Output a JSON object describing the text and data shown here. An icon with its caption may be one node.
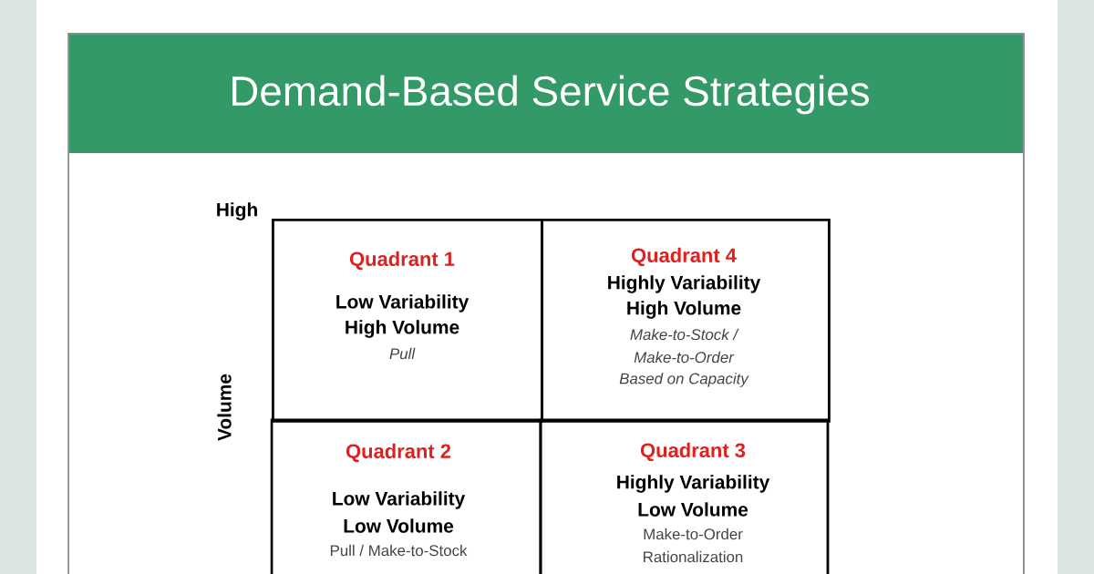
{
  "diagram": {
    "title": "Demand-Based Service Strategies",
    "nodes": [
      {
        "text": [
          "Quadrant 1",
          "Low Variability",
          "High Volume",
          "Pull"
        ]
      },
      {
        "text": [
          "Quadrant 4",
          "Highly Variability",
          "High Volume",
          "Make-to-Stock /",
          "Make-to-Order",
          "Based on Capacity"
        ]
      },
      {
        "text": [
          "Quadrant 2",
          "Low Variability",
          "Low Volume",
          "Pull / Make-to-Stock"
        ]
      },
      {
        "text": [
          "Quadrant 3",
          "Highly Variability",
          "Low Volume",
          "Make-to-Order",
          "Rationalization"
        ]
      }
    ],
    "labels": [
      "High",
      "Volume"
    ]
  }
}
